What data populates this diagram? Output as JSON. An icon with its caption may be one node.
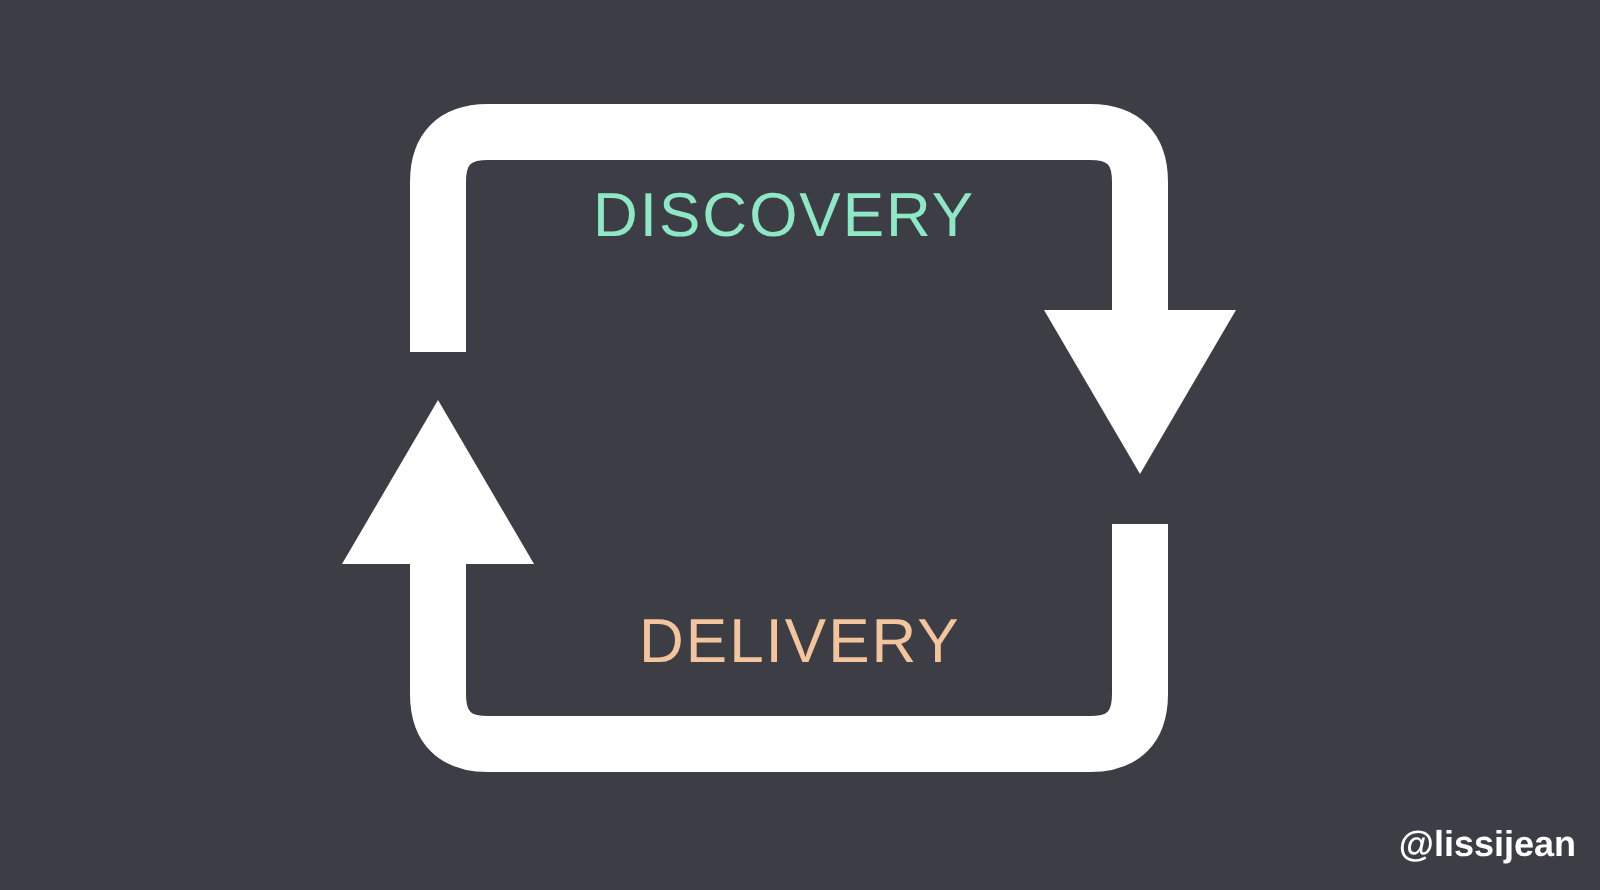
{
  "diagram": {
    "nodes": [
      {
        "text": [
          "DISCOVERY"
        ]
      },
      {
        "text": [
          "DELIVERY"
        ]
      }
    ],
    "labels": [
      "@lissijean"
    ]
  }
}
